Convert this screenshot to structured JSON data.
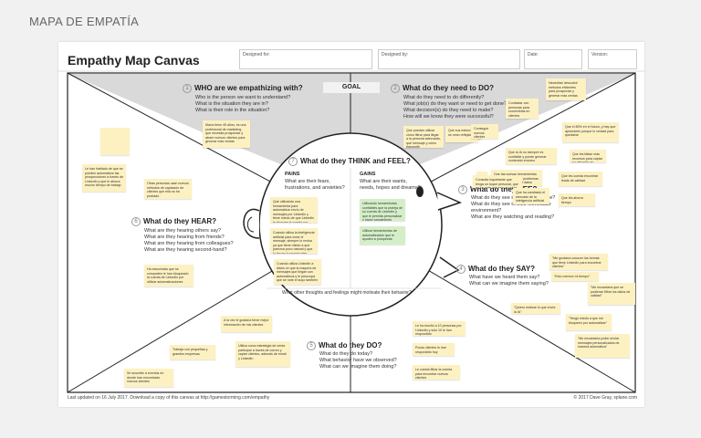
{
  "page_label": "MAPA DE EMPATÍA",
  "canvas": {
    "title": "Empathy Map Canvas",
    "fields": {
      "designed_for": "Designed for:",
      "designed_by": "Designed by:",
      "date": "Date:",
      "version": "Version:"
    },
    "goal": "GOAL",
    "footer_left": "Last updated on 16 July 2017. Download a copy of this canvas at http://gamestorming.com/empathy",
    "footer_right": "© 2017 Dave Gray, xplane.com"
  },
  "sections": {
    "who": {
      "num": "1",
      "title": "WHO are we empathizing with?",
      "sub": "Who is the person we want to understand?\nWhat is the situation they are in?\nWhat is their role in the situation?"
    },
    "need": {
      "num": "2",
      "title": "What do they need to DO?",
      "sub": "What do they need to do differently?\nWhat job(s) do they want or need to get done?\nWhat decision(s) do they need to make?\nHow will we know they were successful?"
    },
    "see": {
      "num": "3",
      "title": "What do they SEE?",
      "sub": "What do they see in the marketplace?\nWhat do they see in their immediate\nenvironment?\nWhat are they watching and reading?"
    },
    "say": {
      "num": "4",
      "title": "What do they SAY?",
      "sub": "What have we heard them say?\nWhat can we imagine them saying?"
    },
    "do": {
      "num": "5",
      "title": "What do they DO?",
      "sub": "What do they do today?\nWhat behavior have we observed?\nWhat can we imagine them doing?"
    },
    "hear": {
      "num": "6",
      "title": "What do they HEAR?",
      "sub": "What are they hearing others say?\nWhat are they hearing from friends?\nWhat are they hearing from colleagues?\nWhat are they hearing second-hand?"
    },
    "think": {
      "num": "7",
      "title": "What do they THINK and FEEL?",
      "pains_title": "PAINS",
      "pains_sub": "What are their fears,\nfrustrations, and anxieties?",
      "gains_title": "GAINS",
      "gains_sub": "What are their wants,\nneeds, hopes and dreams?",
      "bottom": "What other thoughts and feelings might motivate their behavior?"
    }
  },
  "stickies": {
    "who_1": "María tiene 45 años, es una profesional de marketing que necesita prospectar y atraer nuevos clientes para generar más ventas",
    "need_1": "Necesitan descubrir métodos eficientes para prospectar y generar más ventas",
    "need_2": "Contactar con personas para convertirlas en clientes",
    "need_3": "Que sus esfuerzos se vean reflejados",
    "need_4": "Que puedan utilizar cómo filtrar para llegar a la persona adecuada, qué mensaje y cómo transmitir",
    "need_5": "Conseguir nuevos clientes",
    "left_1": "Le han hablado de que se pueden automatizar las prospecciones a través de LinkedIn y que le ahorra mucho tiempo de trabajo",
    "left_2": "Otras personas usan nuevos métodos de captación de clientes que ella no ha probado",
    "left_3": "Ha escuchado que se comparten le han bloqueado la cuenta de LinkedIn por utilizar automatizaciones",
    "see_1": "Que el 80% en el futuro, y hay que aprenderlo porque lo verdad para quedarse",
    "see_2": "Que la IA no siempre es confiable y puede generar contenido erróneo",
    "see_3": "Que las nuevas herramientas no hay demasiados problemas con la protección de datos",
    "see_4": "Que les faltan más recursos para captar su atención en cliente",
    "see_5": "Consulta inquietante que tenga un toque personal, que no se note que sea un robot",
    "see_6": "Que ha cambiado el mercado de la inteligencia artificial",
    "see_7": "Que les cuesta encontrar leads de calidad",
    "see_8": "Que les ahorra tiempo",
    "pain_1": "Qué utilizando una herramienta para automatizar envío de mensajes por LinkedIn y tiene miedo de que LinkedIn le bloquee la cuenta por utilizar esta automatización",
    "pain_2": "Cuando utiliza la inteligencia artificial para crear el mensaje, siempre lo revisa ya que tiene miedo a que parezca poco natural y que lo lea en tu mundo bien",
    "pain_3": "Cuando utiliza LinkedIn a diario ve que la mayoría de mensajes que llegan son automáticos y le preocupa que se note el suyo también",
    "gain_1": "Utilizando herramientas confiables que la proteja de su cuenta de LinkedIn y que le permita personalizar y hacer seguimiento",
    "gain_2": "Utilizar herramientas de automatización que le ayuden a prospectar",
    "say_1": "\"Me gustaría conocer las formas que tiene LinkedIn para encontrar clientes\"",
    "say_2": "\"Esto merece mi tiempo\"",
    "say_3": "\"Quiero realizar lo que envía la IA\"",
    "say_4": "\"Me encantaría que se pudieran filtrar los datos de calidad\"",
    "say_5": "\"Tengo miedo a que me bloqueen por automatizar\"",
    "say_6": "\"Me encantaría poder enviar mensajes personalizados de manera automática\"",
    "do_1": "A la vez le gustaría tener mejor información de mis clientes",
    "do_2": "Trabaja con pequeñas y grandes empresas",
    "do_3": "Utiliza como estrategia de venta participar a través de correo y captar clientes, además de email y LinkedIn",
    "do_4": "Se suscribe a eventos en donde han encontrado nuevos clientes",
    "do_5": "Le ha escrito a 10 personas por LinkedIn y sólo 10 le han respondido",
    "do_6": "Pocas clientes le han respondido hoy",
    "do_7": "Le cuesta filtrar la cuenta para encontrar nuevos clientes"
  }
}
